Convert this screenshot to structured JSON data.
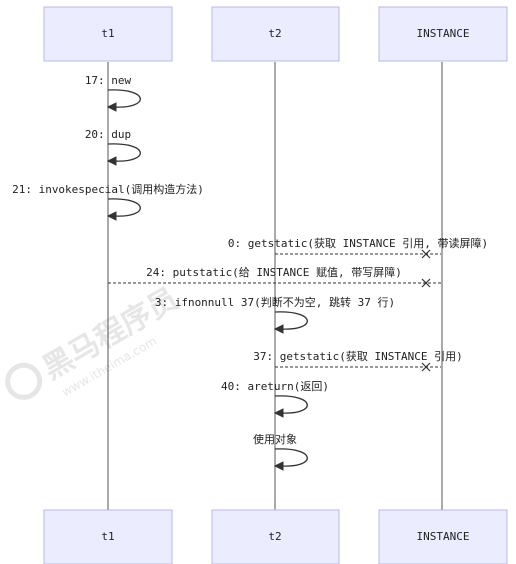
{
  "actors": [
    {
      "id": "t1",
      "label": "t1"
    },
    {
      "id": "t2",
      "label": "t2"
    },
    {
      "id": "instance",
      "label": "INSTANCE"
    }
  ],
  "messages": [
    {
      "kind": "self",
      "from": "t1",
      "label": "17: new"
    },
    {
      "kind": "self",
      "from": "t1",
      "label": "20: dup"
    },
    {
      "kind": "self",
      "from": "t1",
      "label": "21: invokespecial(调用构造方法)"
    },
    {
      "kind": "arrow",
      "from": "t2",
      "to": "instance",
      "label": "0: getstatic(获取 INSTANCE 引用, 带读屏障)"
    },
    {
      "kind": "arrow",
      "from": "t1",
      "to": "instance",
      "label": "24: putstatic(给 INSTANCE 赋值, 带写屏障)"
    },
    {
      "kind": "self",
      "from": "t2",
      "label": "3: ifnonnull 37(判断不为空, 跳转 37 行)"
    },
    {
      "kind": "arrow",
      "from": "t2",
      "to": "instance",
      "label": "37: getstatic(获取 INSTANCE 引用)"
    },
    {
      "kind": "self",
      "from": "t2",
      "label": "40: areturn(返回)"
    },
    {
      "kind": "self",
      "from": "t2",
      "label": "使用对象"
    }
  ],
  "watermark": {
    "text": "黑马程序员",
    "subtext": "www.itheima.com"
  },
  "colors": {
    "actor_fill": "#ececff",
    "actor_border": "#b7b7e5",
    "line": "#333333"
  }
}
